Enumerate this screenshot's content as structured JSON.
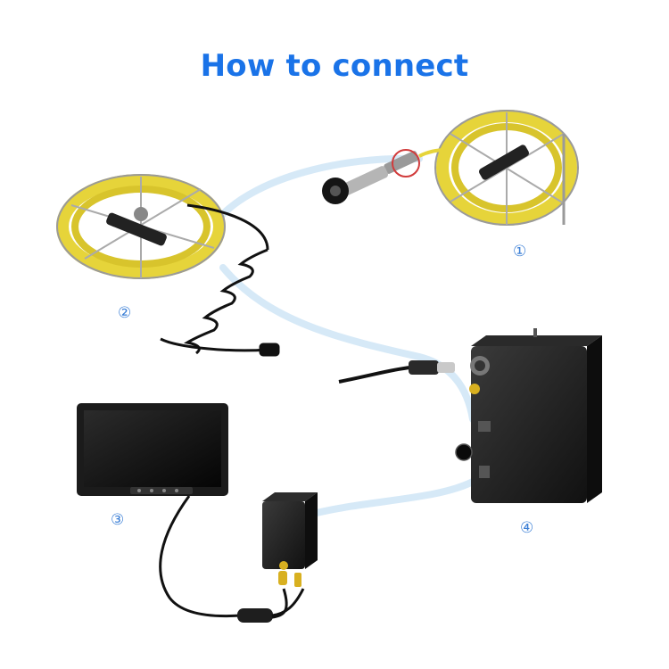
{
  "header": {
    "title": "How to connect"
  },
  "steps": [
    {
      "label": "①",
      "part": "camera-reel"
    },
    {
      "label": "②",
      "part": "cable-reel-with-coiled-cable"
    },
    {
      "label": "③",
      "part": "monitor"
    },
    {
      "label": "④",
      "part": "control-box"
    }
  ],
  "colors": {
    "title": "#1a73e8",
    "step_label": "#3b7fd6",
    "cable_yellow": "#e6d43a",
    "connection_path": "#d6e9f7",
    "device_body": "#1c1c1c"
  }
}
